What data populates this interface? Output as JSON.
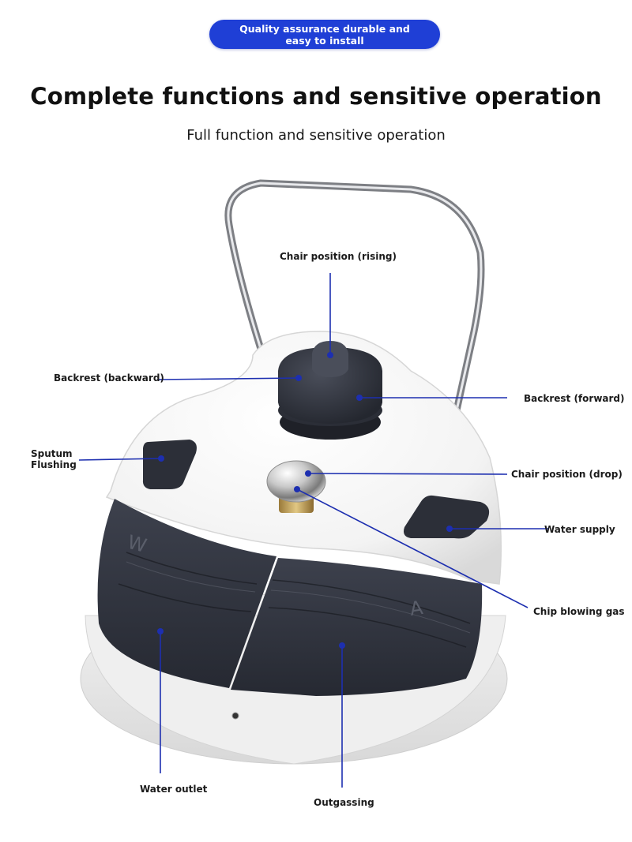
{
  "header": {
    "badge_text": "Quality assurance durable and easy to install",
    "title": "Complete functions and sensitive operation",
    "subtitle": "Full function and sensitive operation"
  },
  "callouts": {
    "chair_rising": "Chair position (rising)",
    "backrest_backward": "Backrest (backward)",
    "backrest_forward": "Backrest (forward)",
    "sputum_flushing": "Sputum Flushing",
    "chair_drop": "Chair position (drop)",
    "water_supply": "Water supply",
    "chip_blowing": "Chip blowing gas",
    "water_outlet": "Water outlet",
    "outgassing": "Outgassing"
  },
  "pedal_letters": {
    "left": "W",
    "right": "A"
  },
  "colors": {
    "badge": "#1f3fd6",
    "leader_line": "#1d2fb0",
    "pedal": "#343844",
    "body": "#f7f7f7"
  }
}
